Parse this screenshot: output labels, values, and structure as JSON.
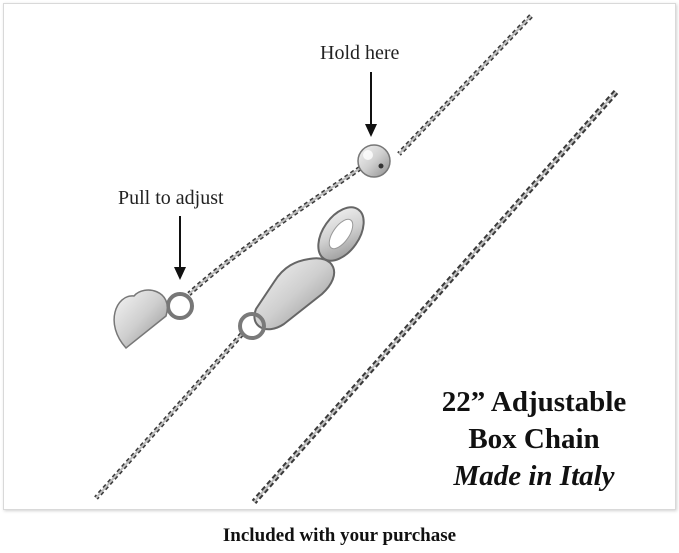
{
  "labels": {
    "hold_here": "Hold here",
    "pull_to_adjust": "Pull to adjust"
  },
  "product": {
    "line1": "22” Adjustable",
    "line2": "Box Chain",
    "line3": "Made in Italy"
  },
  "caption": "Included with your purchase",
  "colors": {
    "chain_dark": "#3a3a3a",
    "chain_light": "#bdbdbd",
    "metal": "#d7d7d7"
  }
}
